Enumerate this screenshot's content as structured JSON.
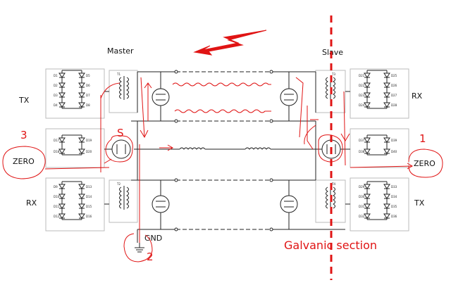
{
  "labels": {
    "master": "Master",
    "slave": "Slave",
    "tx_left": "TX",
    "rx_left": "RX",
    "rx_right": "RX",
    "tx_right": "TX",
    "zero_left": "ZERO",
    "zero_right": "ZERO",
    "gnd": "GND",
    "galvanic_section": "Galvanic section"
  },
  "annotations": {
    "marker_1": "1",
    "marker_2": "2",
    "marker_3": "3",
    "marker_s": "S"
  },
  "components": {
    "transformers": [
      "T1",
      "T2",
      "T3",
      "T4"
    ],
    "diodes_left_top": [
      "D1",
      "D2",
      "D3",
      "D4",
      "D5",
      "D6",
      "D7",
      "D8"
    ],
    "diodes_left_mid": [
      "D17",
      "D18",
      "D19",
      "D20"
    ],
    "diodes_left_bot": [
      "D9",
      "D10",
      "D11",
      "D12",
      "D13",
      "D14",
      "D15",
      "D16"
    ],
    "diodes_right_top": [
      "D21",
      "D22",
      "D23",
      "D24",
      "D25",
      "D26",
      "D27",
      "D28"
    ],
    "diodes_right_mid": [
      "D37",
      "D38",
      "D39",
      "D40"
    ],
    "diodes_right_bot": [
      "D29",
      "D30",
      "D31",
      "D32",
      "D33",
      "D34",
      "D35",
      "D36"
    ]
  },
  "colors": {
    "annotation": "#e01414",
    "line": "#222222",
    "box": "#bbbbbb"
  }
}
